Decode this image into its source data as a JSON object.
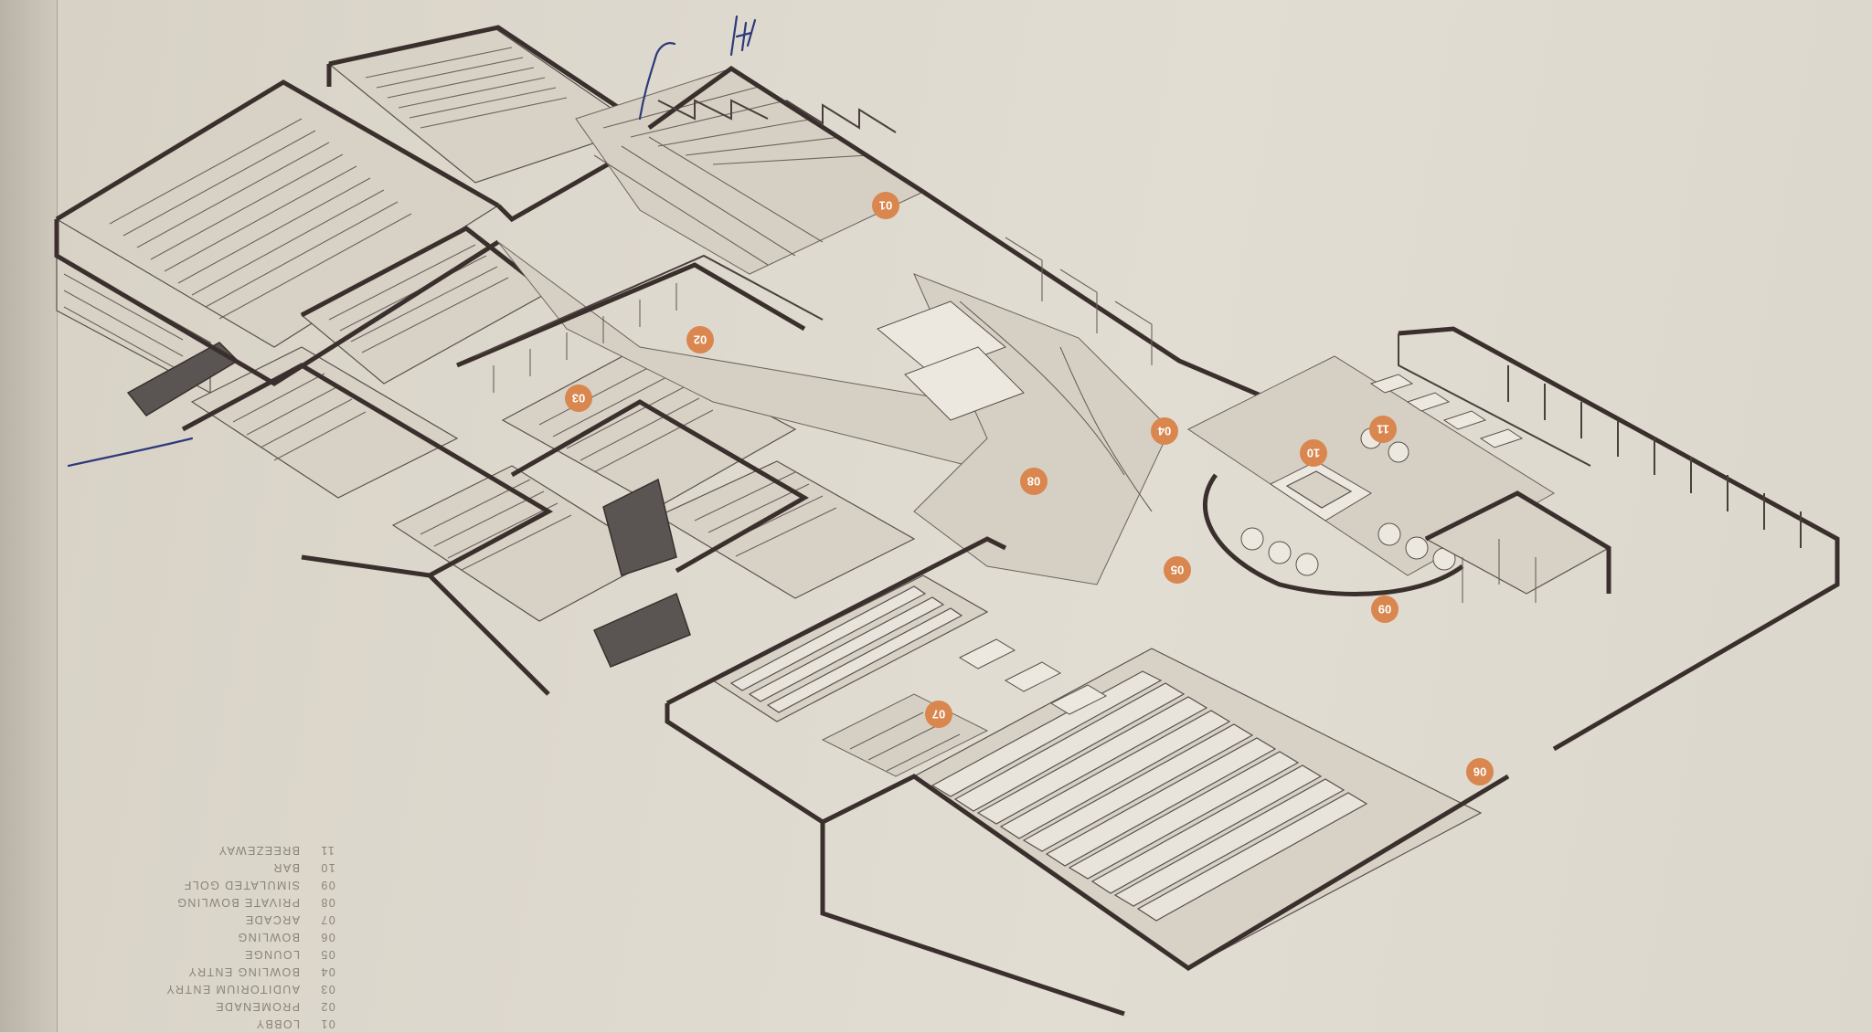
{
  "legend": [
    {
      "num": "01",
      "label": "LOBBY"
    },
    {
      "num": "02",
      "label": "PROMENADE"
    },
    {
      "num": "03",
      "label": "AUDITORIUM ENTRY"
    },
    {
      "num": "04",
      "label": "BOWLING ENTRY"
    },
    {
      "num": "05",
      "label": "LOUNGE"
    },
    {
      "num": "06",
      "label": "BOWLING"
    },
    {
      "num": "07",
      "label": "ARCADE"
    },
    {
      "num": "08",
      "label": "PRIVATE BOWLING"
    },
    {
      "num": "09",
      "label": "SIMULATED GOLF"
    },
    {
      "num": "10",
      "label": "BAR"
    },
    {
      "num": "11",
      "label": "BREEZEWAY"
    }
  ],
  "markers": [
    {
      "id": "m01",
      "text": "01"
    },
    {
      "id": "m02",
      "text": "02"
    },
    {
      "id": "m03",
      "text": "03"
    },
    {
      "id": "m04",
      "text": "04"
    },
    {
      "id": "m05",
      "text": "05"
    },
    {
      "id": "m06",
      "text": "06"
    },
    {
      "id": "m07",
      "text": "07"
    },
    {
      "id": "m08",
      "text": "08"
    },
    {
      "id": "m09",
      "text": "09"
    },
    {
      "id": "m10",
      "text": "10"
    },
    {
      "id": "m11",
      "text": "11"
    }
  ],
  "colors": {
    "marker": "#d9864f",
    "wall": "#3a2f2c",
    "paper": "#ddd8cd",
    "pen_mark": "#2e3a7a"
  }
}
